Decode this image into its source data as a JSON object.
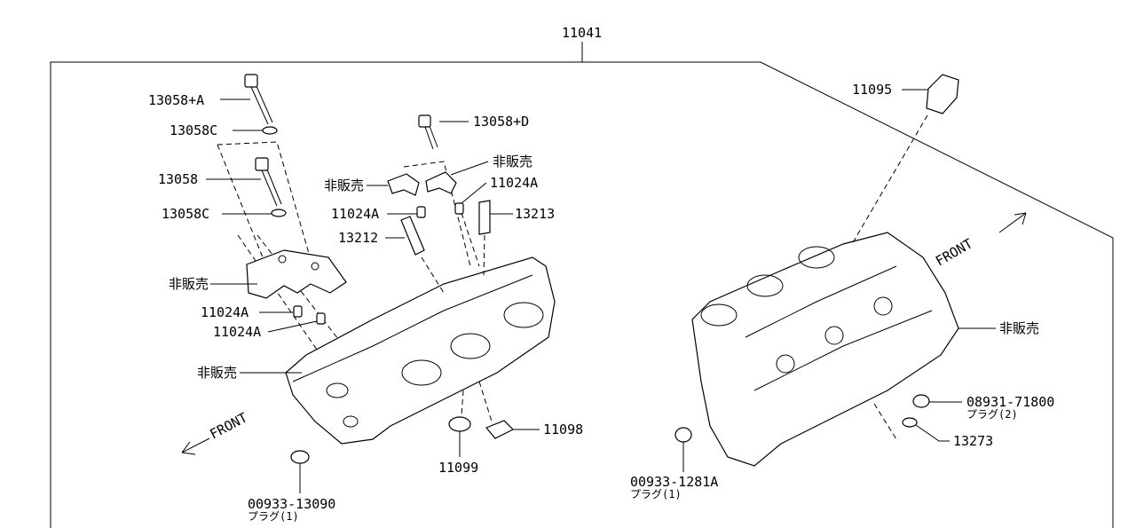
{
  "assembly_number": "11041",
  "labels": {
    "bolt_a": "13058+A",
    "washer_c_top": "13058C",
    "bolt": "13058",
    "washer_c": "13058C",
    "not_for_sale_cap_left": "非販売",
    "dowel_1": "11024A",
    "dowel_2": "11024A",
    "not_for_sale_head_left": "非販売",
    "bolt_d": "13058+D",
    "not_for_sale_cap_right": "非販売",
    "not_for_sale_cap_mid": "非販売",
    "dowel_3": "11024A",
    "dowel_4": "11024A",
    "tube_13212": "13212",
    "tube_13213": "13213",
    "seal_11098": "11098",
    "seal_11099": "11099",
    "plug_left_number": "00933-13090",
    "plug_left_note": "プラグ(1)",
    "front_left": "FRONT",
    "front_right": "FRONT",
    "cap_11095": "11095",
    "not_for_sale_head_right": "非販売",
    "plug_right_number": "08931-71800",
    "plug_right_note": "プラグ(2)",
    "washer_13273": "13273",
    "plug_mid_number": "00933-1281A",
    "plug_mid_note": "プラグ(1)"
  }
}
